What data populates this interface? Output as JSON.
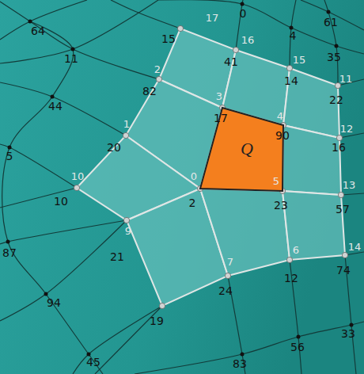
{
  "diagram": {
    "nodes": [
      {
        "text": [
          "Q"
        ]
      }
    ],
    "labels": [
      "17",
      "0",
      "61",
      "64",
      "4",
      "15",
      "16",
      "35",
      "11",
      "15",
      "41",
      "2",
      "11",
      "14",
      "82",
      "3",
      "22",
      "44",
      "4",
      "17",
      "1",
      "12",
      "90",
      "20",
      "16",
      "5",
      "10",
      "0",
      "5",
      "13",
      "10",
      "2",
      "23",
      "57",
      "9",
      "14",
      "6",
      "87",
      "21",
      "7",
      "74",
      "12",
      "24",
      "19",
      "94",
      "33",
      "56",
      "45",
      "83"
    ]
  }
}
